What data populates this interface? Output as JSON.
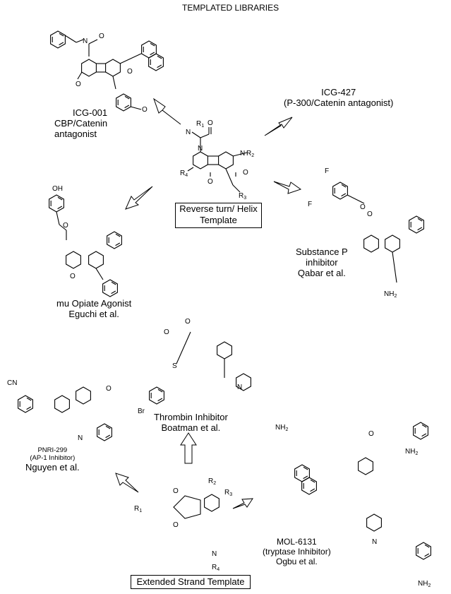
{
  "title": "TEMPLATED LIBRARIES",
  "helix_template_box": [
    "Reverse turn/ Helix",
    "Template"
  ],
  "extended_template_box": "Extended Strand Template",
  "compounds": {
    "icg001": [
      "ICG-001",
      "CBP/Catenin",
      "antagonist"
    ],
    "icg427": [
      "ICG-427",
      "(P-300/Catenin antagonist)"
    ],
    "mu_opiate": [
      "mu Opiate Agonist",
      "Eguchi et al."
    ],
    "substance_p": [
      "Substance P",
      "inhibitor",
      "Qabar et al."
    ],
    "thrombin": [
      "Thrombin Inhibitor",
      "Boatman et al."
    ],
    "pnri299": [
      "PNRI-299",
      "(AP-1 Inhibitor)",
      "Nguyen et al."
    ],
    "mol6131": [
      "MOL-6131",
      "(tryptase Inhibitor)",
      "Ogbu et al."
    ]
  },
  "atom_labels": {
    "N": "N",
    "O": "O",
    "S": "S",
    "Br": "Br",
    "CN": "CN",
    "H": "H",
    "R": "R",
    "NH": "NH",
    "OH": "OH",
    "F": "F"
  },
  "substituent_subscripts": [
    "1",
    "2",
    "3",
    "4"
  ],
  "amine_label": "NH",
  "amine_subscript": "2"
}
